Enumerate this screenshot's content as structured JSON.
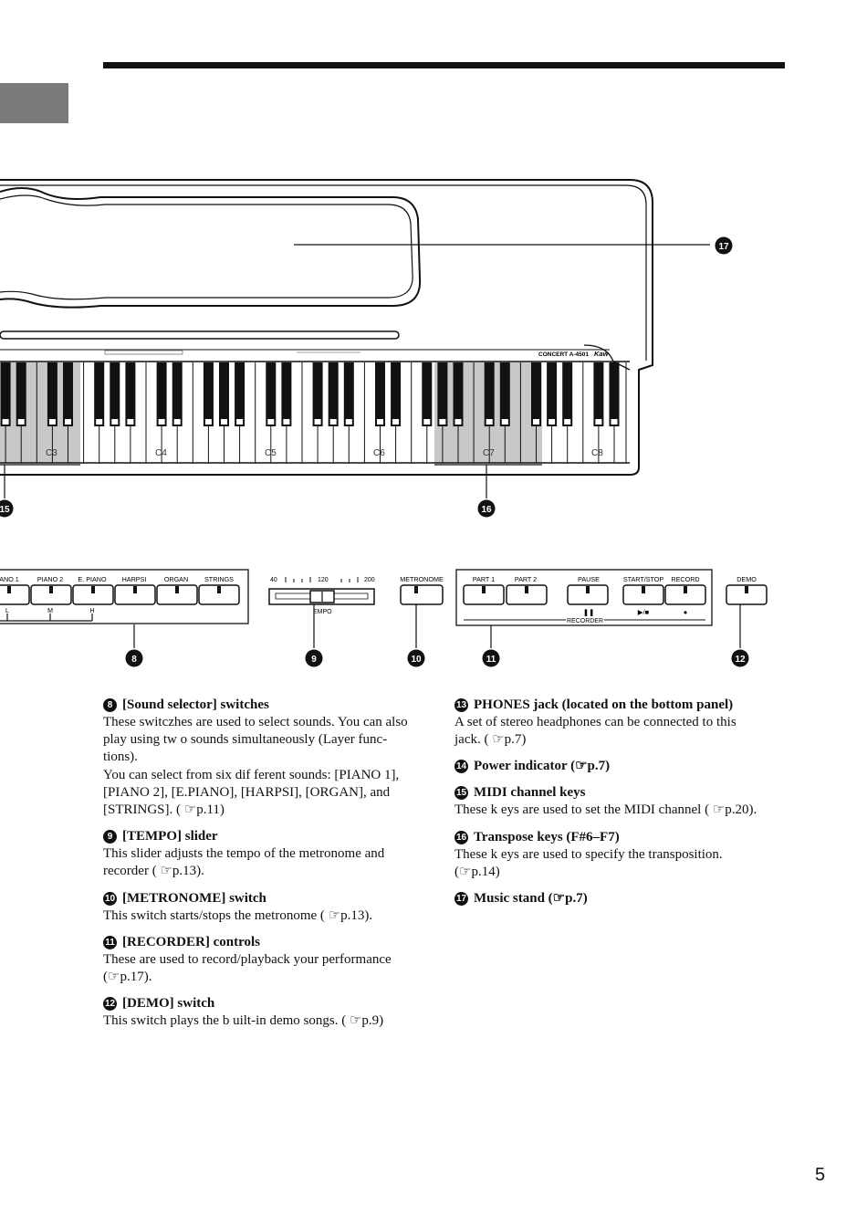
{
  "page_number": "5",
  "diagram": {
    "brand_label": "CONCERT  A-4501",
    "brand_logo": "Kaw",
    "key_labels": [
      "C3",
      "C4",
      "C5",
      "C6",
      "C7",
      "C8"
    ],
    "callouts": [
      "8",
      "9",
      "10",
      "11",
      "12",
      "15",
      "16",
      "17"
    ],
    "sound_buttons": [
      "ANO 1",
      "PIANO 2",
      "E. PIANO",
      "HARPSI",
      "ORGAN",
      "STRINGS"
    ],
    "layer_marks": [
      "L",
      "M",
      "H"
    ],
    "tempo": {
      "min": "40",
      "mid": "120",
      "max": "200",
      "label": "EMPO"
    },
    "metronome_label": "METRONOME",
    "recorder_buttons": [
      "PART 1",
      "PART 2",
      "PAUSE",
      "START/STOP",
      "RECORD"
    ],
    "recorder_symbols": [
      "❚❚",
      "▶/■",
      "●"
    ],
    "recorder_label": "RECORDER",
    "demo_label": "DEMO"
  },
  "left_items": [
    {
      "num": "8",
      "title": "[Sound selector] switches",
      "lines": [
        "These switczhes are used to select sounds.    You can also",
        "play using tw  o sounds simultaneously (Layer func-",
        "tions).",
        "You can select from six dif  ferent sounds: [PIANO 1],",
        "[PIANO 2], [E.PIANO], [HARPSI], [ORGAN], and",
        "[STRINGS]. ( ☞p.11)"
      ]
    },
    {
      "num": "9",
      "title": "[TEMPO] slider",
      "lines": [
        "This slider adjusts the tempo of the metronome and",
        "recorder ( ☞p.13)."
      ]
    },
    {
      "num": "10",
      "title": "[METRONOME] switch",
      "lines": [
        "This switch starts/stops the metronome (     ☞p.13)."
      ]
    },
    {
      "num": "11",
      "title": "[RECORDER] controls",
      "lines": [
        "These are used to record/playback your performance",
        "(☞p.17)."
      ]
    },
    {
      "num": "12",
      "title": "[DEMO] switch",
      "lines": [
        "This switch plays the b  uilt-in demo songs. ( ☞p.9)"
      ]
    }
  ],
  "right_items": [
    {
      "num": "13",
      "title": "PHONES jack (located on the bottom panel)",
      "lines": [
        "A set of stereo headphones can be connected to this",
        "jack. ( ☞p.7)"
      ]
    },
    {
      "num": "14",
      "title": "Power indicator (☞p.7)",
      "lines": []
    },
    {
      "num": "15",
      "title": "MIDI channel keys",
      "lines": [
        "These k eys are used to set the MIDI channel (     ☞p.20)."
      ]
    },
    {
      "num": "16",
      "title": "Transpose keys (F#6–F7)",
      "lines": [
        "These k eys are used to specify the transposition.",
        "(☞p.14)"
      ]
    },
    {
      "num": "17",
      "title": "Music stand (☞p.7)",
      "lines": []
    }
  ]
}
